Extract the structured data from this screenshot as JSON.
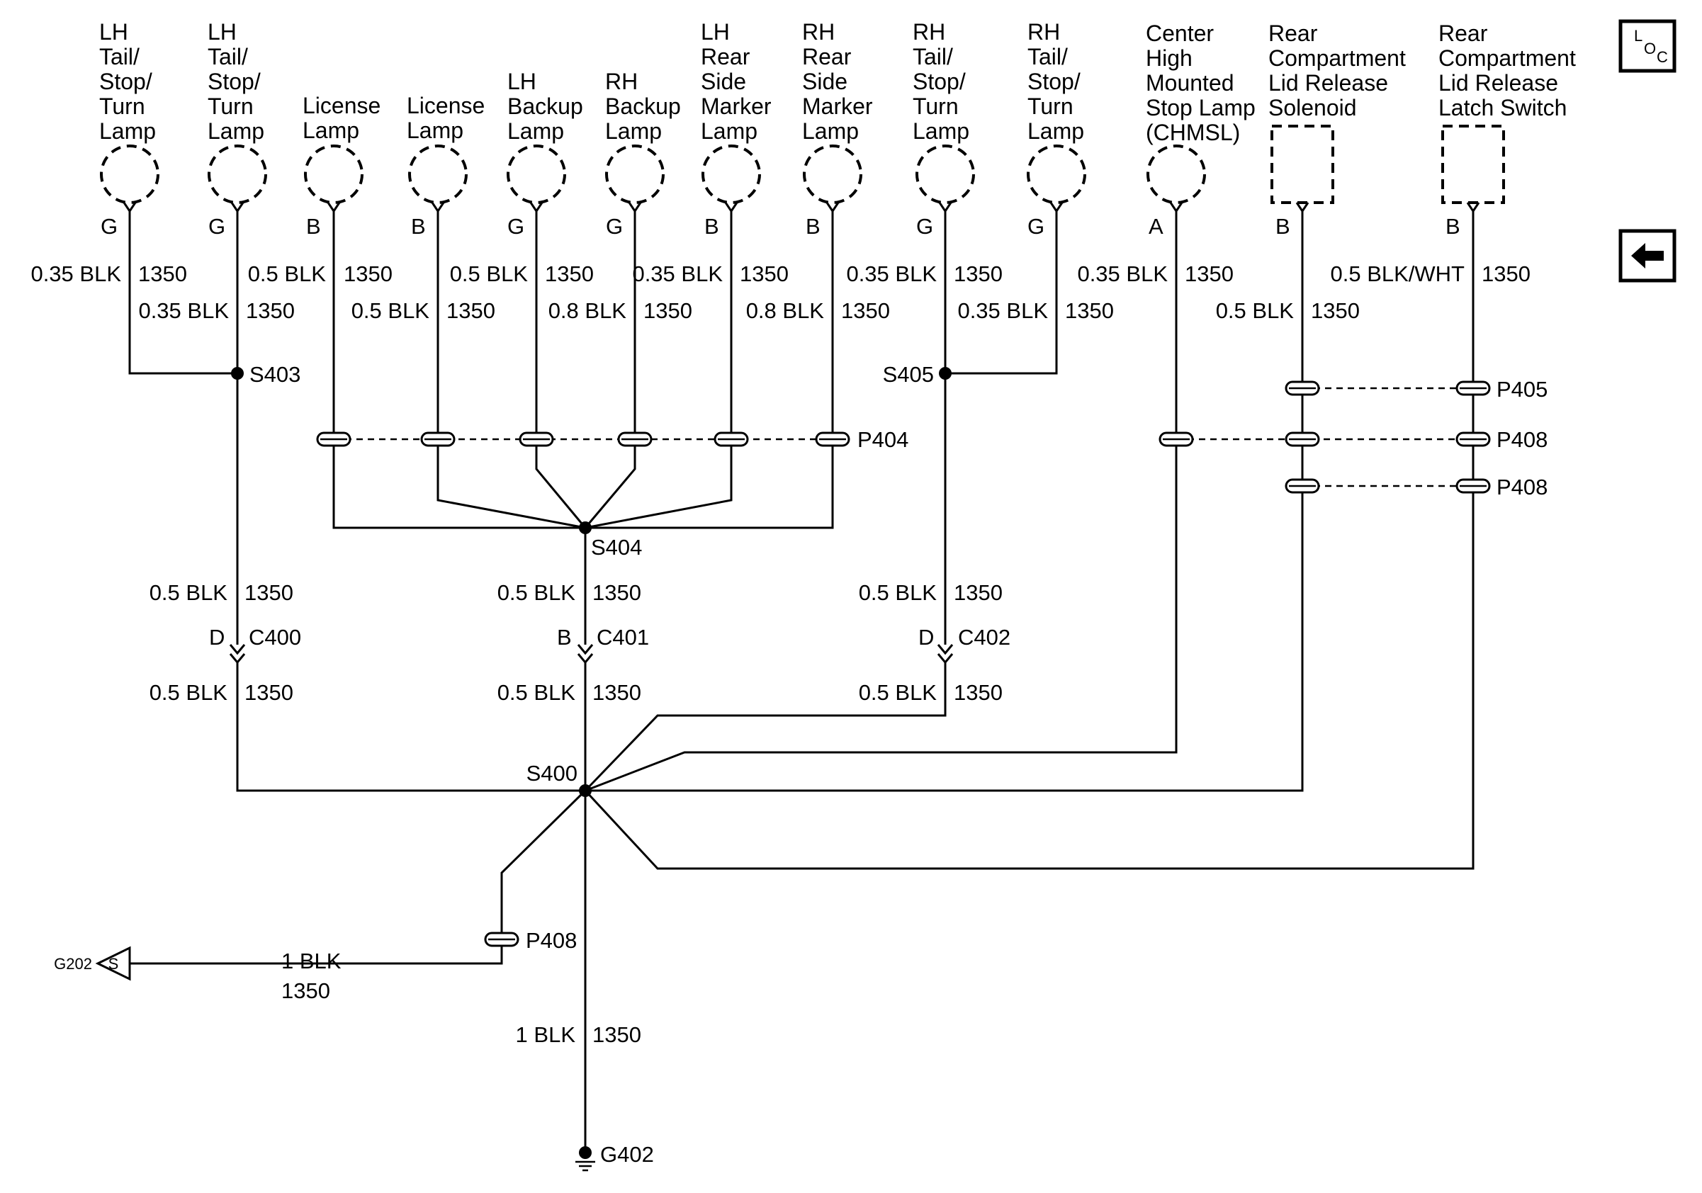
{
  "components": [
    {
      "id": "lh-tail-1",
      "lines": [
        "LH",
        "Tail/",
        "Stop/",
        "Turn",
        "Lamp"
      ],
      "pin": "G",
      "wire_a": "0.35 BLK",
      "wire_b": "1350"
    },
    {
      "id": "lh-tail-2",
      "lines": [
        "LH",
        "Tail/",
        "Stop/",
        "Turn",
        "Lamp"
      ],
      "pin": "G",
      "wire_a": "0.35 BLK",
      "wire_b": "1350"
    },
    {
      "id": "license-1",
      "lines": [
        "License",
        "Lamp"
      ],
      "pin": "B",
      "wire_a": "0.5 BLK",
      "wire_b": "1350"
    },
    {
      "id": "license-2",
      "lines": [
        "License",
        "Lamp"
      ],
      "pin": "B",
      "wire_a": "0.5 BLK",
      "wire_b": "1350"
    },
    {
      "id": "lh-backup",
      "lines": [
        "LH",
        "Backup",
        "Lamp"
      ],
      "pin": "G",
      "wire_a": "0.5 BLK",
      "wire_b": "1350"
    },
    {
      "id": "rh-backup",
      "lines": [
        "RH",
        "Backup",
        "Lamp"
      ],
      "pin": "G",
      "wire_a": "0.8 BLK",
      "wire_b": "1350"
    },
    {
      "id": "lh-marker",
      "lines": [
        "LH",
        "Rear",
        "Side",
        "Marker",
        "Lamp"
      ],
      "pin": "B",
      "wire_a": "0.35 BLK",
      "wire_b": "1350"
    },
    {
      "id": "rh-marker",
      "lines": [
        "RH",
        "Rear",
        "Side",
        "Marker",
        "Lamp"
      ],
      "pin": "B",
      "wire_a": "0.8 BLK",
      "wire_b": "1350"
    },
    {
      "id": "rh-tail-1",
      "lines": [
        "RH",
        "Tail/",
        "Stop/",
        "Turn",
        "Lamp"
      ],
      "pin": "G",
      "wire_a": "0.35 BLK",
      "wire_b": "1350"
    },
    {
      "id": "rh-tail-2",
      "lines": [
        "RH",
        "Tail/",
        "Stop/",
        "Turn",
        "Lamp"
      ],
      "pin": "G",
      "wire_a": "0.35 BLK",
      "wire_b": "1350"
    },
    {
      "id": "chmsl",
      "lines": [
        "Center",
        "High",
        "Mounted",
        "Stop Lamp",
        "(CHMSL)"
      ],
      "pin": "A",
      "wire_a": "0.35 BLK",
      "wire_b": "1350"
    },
    {
      "id": "lid-solenoid",
      "lines": [
        "Rear",
        "Compartment",
        "Lid Release",
        "Solenoid"
      ],
      "pin": "B",
      "wire_a": "0.5 BLK",
      "wire_b": "1350"
    },
    {
      "id": "latch-switch",
      "lines": [
        "Rear",
        "Compartment",
        "Lid Release",
        "Latch Switch"
      ],
      "pin": "B",
      "wire_a": "0.5 BLK/WHT",
      "wire_b": "1350"
    }
  ],
  "splices": {
    "s403": "S403",
    "s404": "S404",
    "s405": "S405",
    "s400": "S400"
  },
  "connectors": {
    "p404": "P404",
    "p405": "P405",
    "p408_a": "P408",
    "p408_b": "P408",
    "p408_c": "P408",
    "c400": {
      "name": "C400",
      "pin": "D"
    },
    "c401": {
      "name": "C401",
      "pin": "B"
    },
    "c402": {
      "name": "C402",
      "pin": "D"
    }
  },
  "wires": {
    "c400_up": [
      "0.5 BLK",
      "1350"
    ],
    "c400_down": [
      "0.5 BLK",
      "1350"
    ],
    "c401_up": [
      "0.5 BLK",
      "1350"
    ],
    "c401_down": [
      "0.5 BLK",
      "1350"
    ],
    "c402_up": [
      "0.5 BLK",
      "1350"
    ],
    "c402_down": [
      "0.5 BLK",
      "1350"
    ],
    "g202_wire": [
      "1 BLK",
      "1350"
    ],
    "g402_wire": [
      "1 BLK",
      "1350"
    ]
  },
  "grounds": {
    "g402": "G402",
    "g202": "G202",
    "g202_symbol": "S"
  },
  "nav": {
    "loc_main": "L",
    "loc_sub_o": "O",
    "loc_sub_c": "C",
    "back_icon": "left-arrow-icon"
  }
}
